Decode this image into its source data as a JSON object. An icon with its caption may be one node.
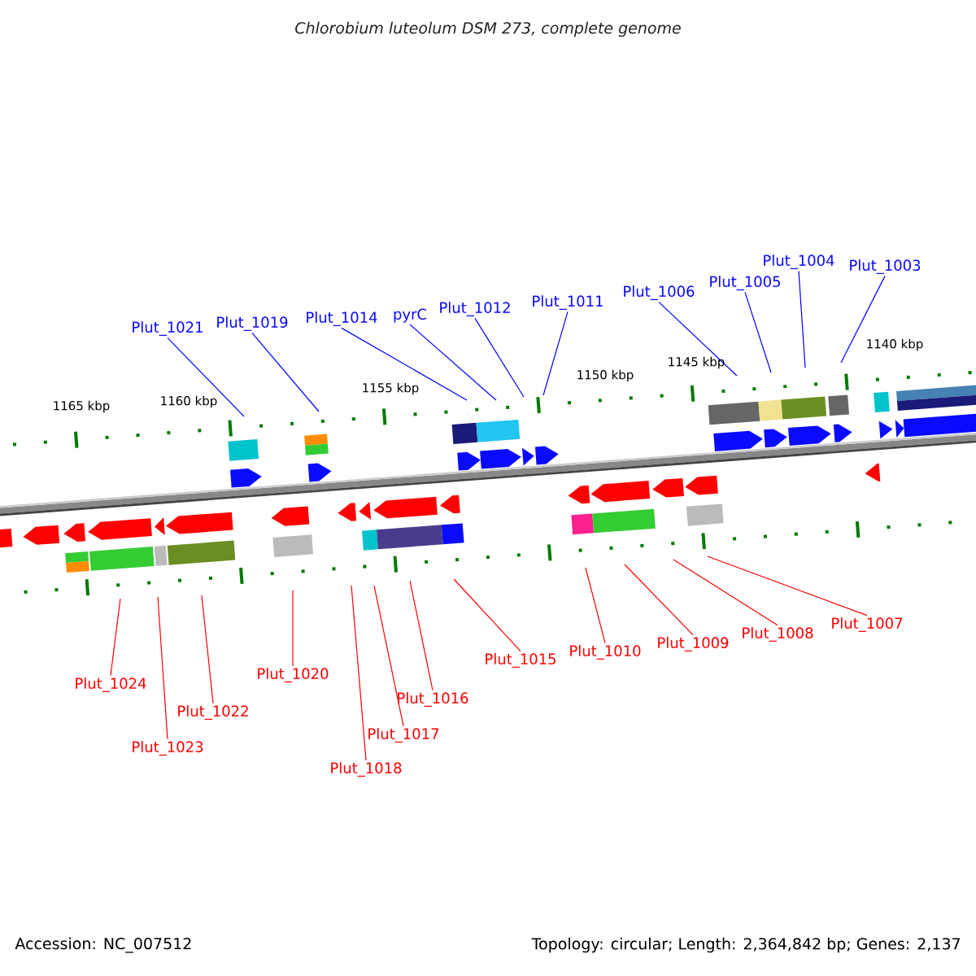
{
  "diagram": {
    "title": "Chlorobium luteolum DSM 273, complete genome",
    "nodes": [
      {
        "text": [
          "Plut_1021"
        ]
      },
      {
        "text": [
          "Plut_1019"
        ]
      },
      {
        "text": [
          "Plut_1014"
        ]
      },
      {
        "text": [
          "pyrC"
        ]
      },
      {
        "text": [
          "Plut_1012"
        ]
      },
      {
        "text": [
          "Plut_1011"
        ]
      },
      {
        "text": [
          "Plut_1006"
        ]
      },
      {
        "text": [
          "Plut_1005"
        ]
      },
      {
        "text": [
          "Plut_1004"
        ]
      },
      {
        "text": [
          "Plut_1003"
        ]
      },
      {
        "text": [
          "Plut_1024"
        ]
      },
      {
        "text": [
          "Plut_1023"
        ]
      },
      {
        "text": [
          "Plut_1022"
        ]
      },
      {
        "text": [
          "Plut_1020"
        ]
      },
      {
        "text": [
          "Plut_1018"
        ]
      },
      {
        "text": [
          "Plut_1017"
        ]
      },
      {
        "text": [
          "Plut_1016"
        ]
      },
      {
        "text": [
          "Plut_1015"
        ]
      },
      {
        "text": [
          "Plut_1010"
        ]
      },
      {
        "text": [
          "Plut_1009"
        ]
      },
      {
        "text": [
          "Plut_1008"
        ]
      },
      {
        "text": [
          "Plut_1007"
        ]
      }
    ],
    "edges": [
      {
        "from": 0,
        "to": null,
        "arrow": "none",
        "color": "#0000ff"
      },
      {
        "from": 1,
        "to": null,
        "arrow": "none",
        "color": "#0000ff"
      },
      {
        "from": 2,
        "to": null,
        "arrow": "none",
        "color": "#0000ff"
      },
      {
        "from": 3,
        "to": null,
        "arrow": "none",
        "color": "#0000ff"
      },
      {
        "from": 4,
        "to": null,
        "arrow": "none",
        "color": "#0000ff"
      },
      {
        "from": 5,
        "to": null,
        "arrow": "none",
        "color": "#0000ff"
      },
      {
        "from": 6,
        "to": null,
        "arrow": "none",
        "color": "#0000ff"
      },
      {
        "from": 7,
        "to": null,
        "arrow": "none",
        "color": "#0000ff"
      },
      {
        "from": 8,
        "to": null,
        "arrow": "none",
        "color": "#0000ff"
      },
      {
        "from": 9,
        "to": null,
        "arrow": "none",
        "color": "#0000ff"
      },
      {
        "from": 10,
        "to": null,
        "arrow": "none"
      },
      {
        "from": 11,
        "to": null,
        "arrow": "none"
      },
      {
        "from": 12,
        "to": null,
        "arrow": "none"
      },
      {
        "from": 13,
        "to": null,
        "arrow": "none"
      },
      {
        "from": 14,
        "to": null,
        "arrow": "none"
      },
      {
        "from": 15,
        "to": null,
        "arrow": "none"
      },
      {
        "from": 16,
        "to": null,
        "arrow": "none"
      },
      {
        "from": 17,
        "to": null,
        "arrow": "none"
      },
      {
        "from": 18,
        "to": null,
        "arrow": "none"
      },
      {
        "from": 19,
        "to": null,
        "arrow": "none"
      },
      {
        "from": 20,
        "to": null,
        "arrow": "none"
      },
      {
        "from": 21,
        "to": null,
        "arrow": "none"
      }
    ],
    "labels": [
      "1165 kbp",
      "1160 kbp",
      "1155 kbp",
      "1150 kbp",
      "1145 kbp",
      "1140 kbp",
      "Accession: NC_007512",
      "Topology: circular; Length: 2,364,842 bp; Genes: 2,137"
    ]
  }
}
